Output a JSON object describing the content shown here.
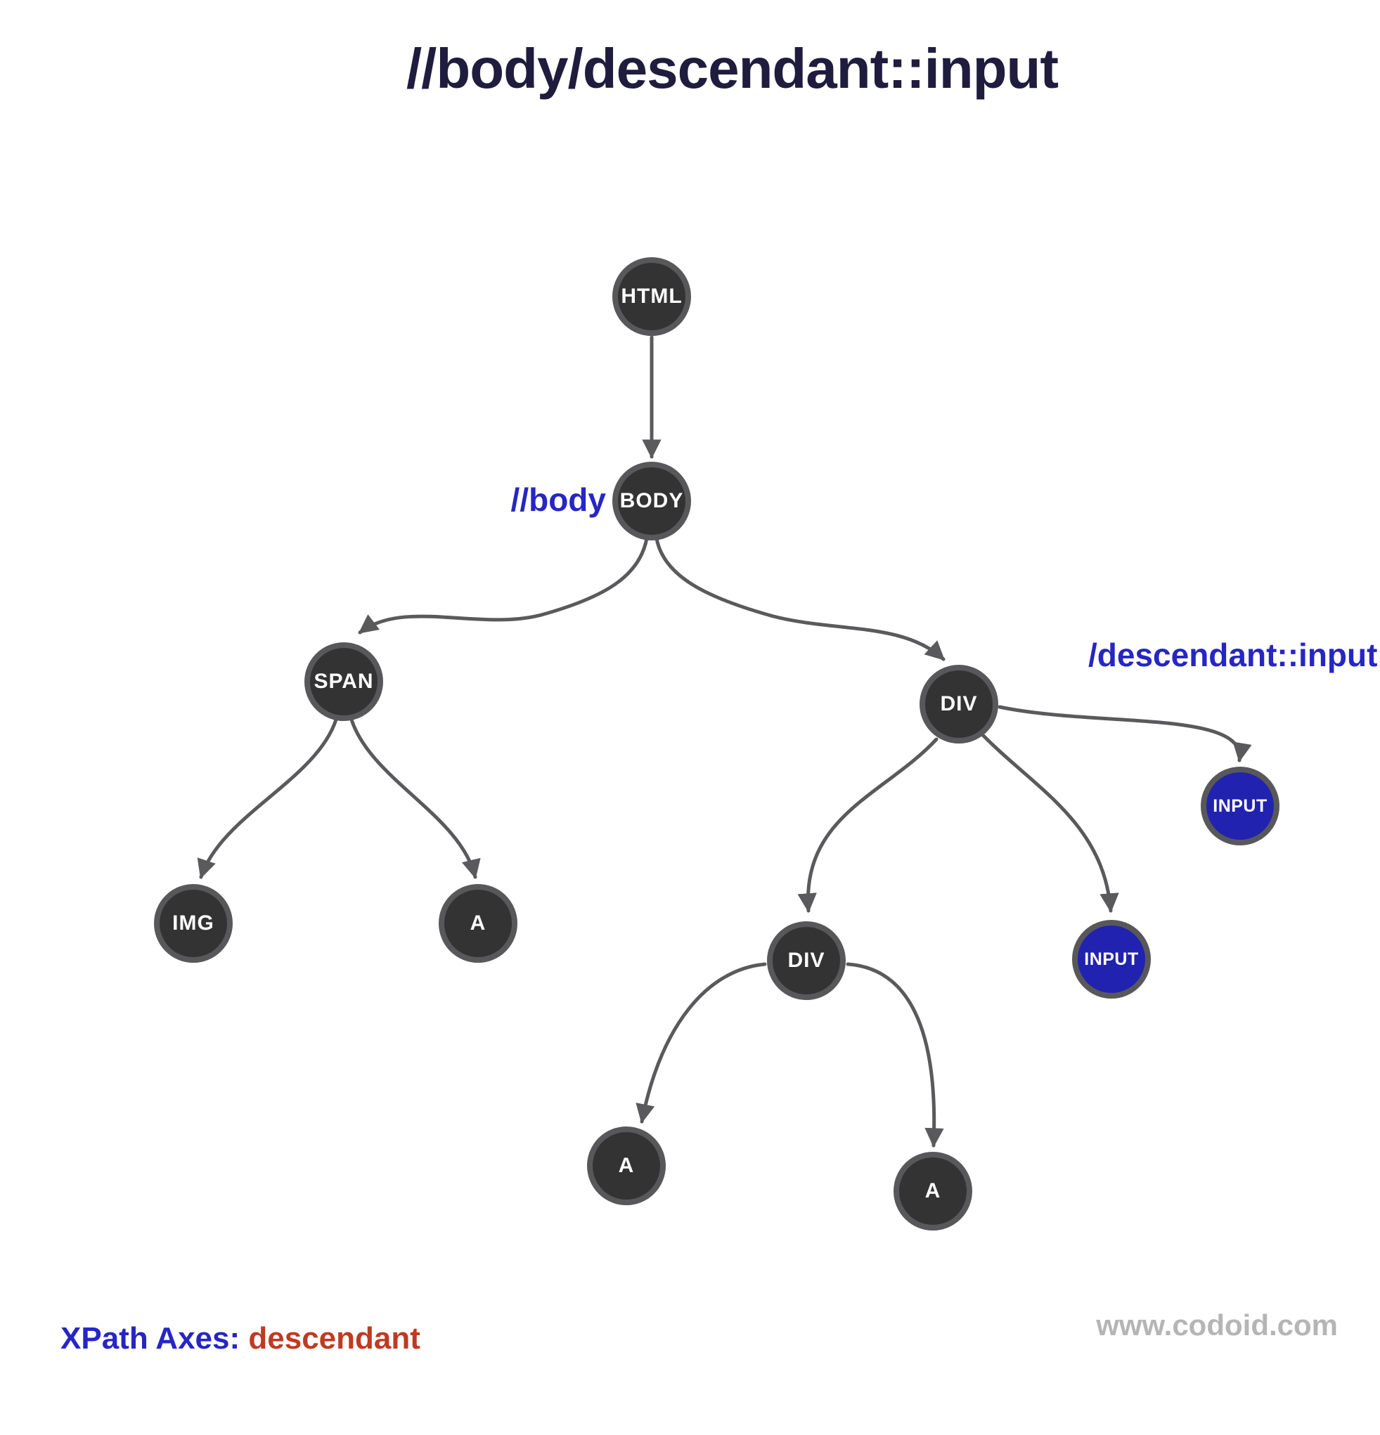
{
  "title": "//body/descendant::input",
  "diagram": {
    "annotations": {
      "body_label": "//body",
      "descendant_label": "/descendant::input"
    },
    "nodes": {
      "html": {
        "label": "HTML",
        "highlighted": false
      },
      "body": {
        "label": "BODY",
        "highlighted": false
      },
      "span": {
        "label": "SPAN",
        "highlighted": false
      },
      "div_upper": {
        "label": "DIV",
        "highlighted": false
      },
      "img": {
        "label": "IMG",
        "highlighted": false
      },
      "a_span_child": {
        "label": "A",
        "highlighted": false
      },
      "div_lower": {
        "label": "DIV",
        "highlighted": false
      },
      "input_right": {
        "label": "INPUT",
        "highlighted": true
      },
      "input_lower": {
        "label": "INPUT",
        "highlighted": true
      },
      "a_left": {
        "label": "A",
        "highlighted": false
      },
      "a_right": {
        "label": "A",
        "highlighted": false
      }
    },
    "edges": [
      "html-body",
      "body-span",
      "body-div",
      "span-img",
      "span-a",
      "div-divlower",
      "div-inputlower",
      "div-inputright",
      "divlower-aleft",
      "divlower-aright"
    ]
  },
  "footer": {
    "axes_label": "XPath Axes:",
    "axes_value": "descendant",
    "watermark": "www.codoid.com"
  },
  "colors": {
    "title_color": "#201c3e",
    "node_fill": "#333333",
    "node_border": "#58585a",
    "node_text": "#ffffff",
    "highlight_fill": "#2222b0",
    "edge_color": "#5a5a5c",
    "xpath_label_blue": "#2626c4",
    "axes_red": "#c03a22",
    "watermark_gray": "#b5b5b5"
  }
}
